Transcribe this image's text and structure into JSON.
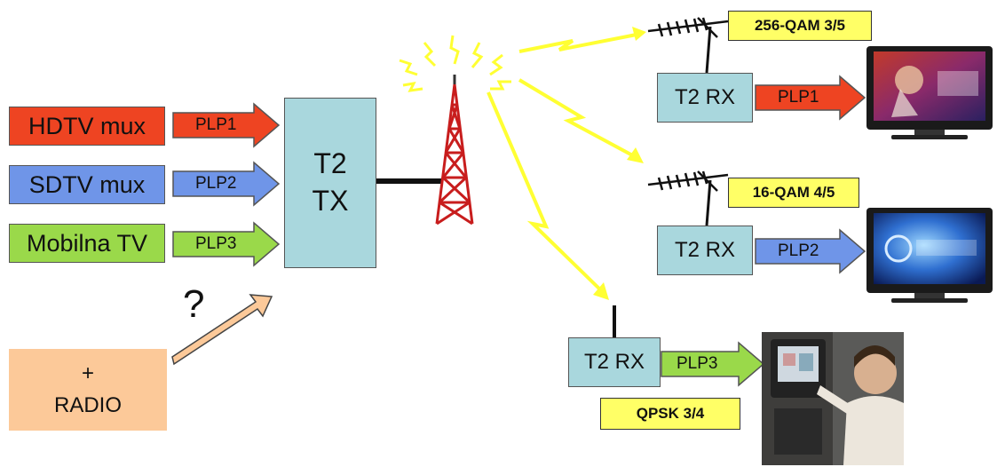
{
  "sources": {
    "hdtv": "HDTV mux",
    "sdtv": "SDTV mux",
    "mobile": "Mobilna TV",
    "radio": "+\nRADIO",
    "question": "?"
  },
  "transmitter": {
    "label": "T2\nTX"
  },
  "plp": {
    "p1": "PLP1",
    "p2": "PLP2",
    "p3": "PLP3"
  },
  "receivers": {
    "rx1": "T2 RX",
    "rx2": "T2 RX",
    "rx3": "T2 RX"
  },
  "modulation": {
    "m1": "256-QAM 3/5",
    "m2": "16-QAM 4/5",
    "m3": "QPSK 3/4"
  },
  "colors": {
    "hdtv": "#ee4422",
    "sdtv": "#6f95e8",
    "mobile": "#9ad94a",
    "rx": "#a9d7dd",
    "signal": "#ffff33",
    "tag": "#ffff66",
    "radio": "#fcc999"
  }
}
